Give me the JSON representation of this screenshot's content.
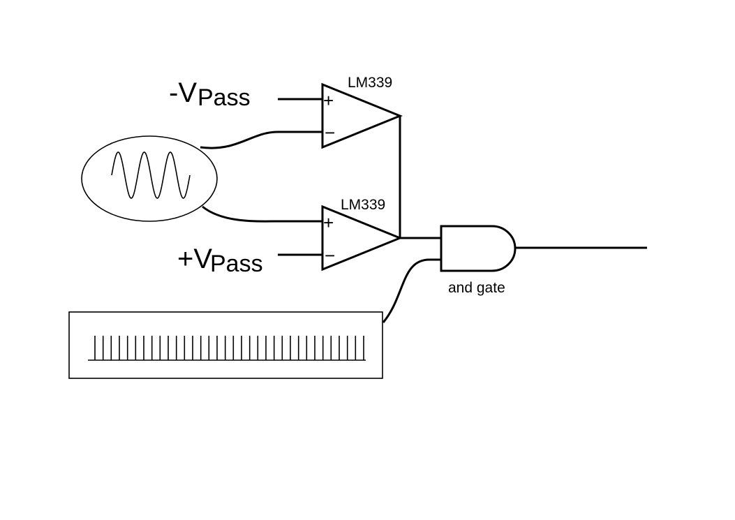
{
  "labels": {
    "neg_vpass_sign_v": "-V",
    "neg_vpass_sub": "Pass",
    "pos_vpass_sign_v": "+V",
    "pos_vpass_sub": "Pass",
    "comparator_top": "LM339",
    "comparator_bottom": "LM339",
    "gate": "and gate",
    "plus": "+",
    "minus": "−"
  },
  "pulse_train": {
    "pulse_count": 34
  },
  "sine_source": {
    "cycles": 3
  },
  "colors": {
    "stroke": "#000000",
    "background": "#ffffff"
  }
}
